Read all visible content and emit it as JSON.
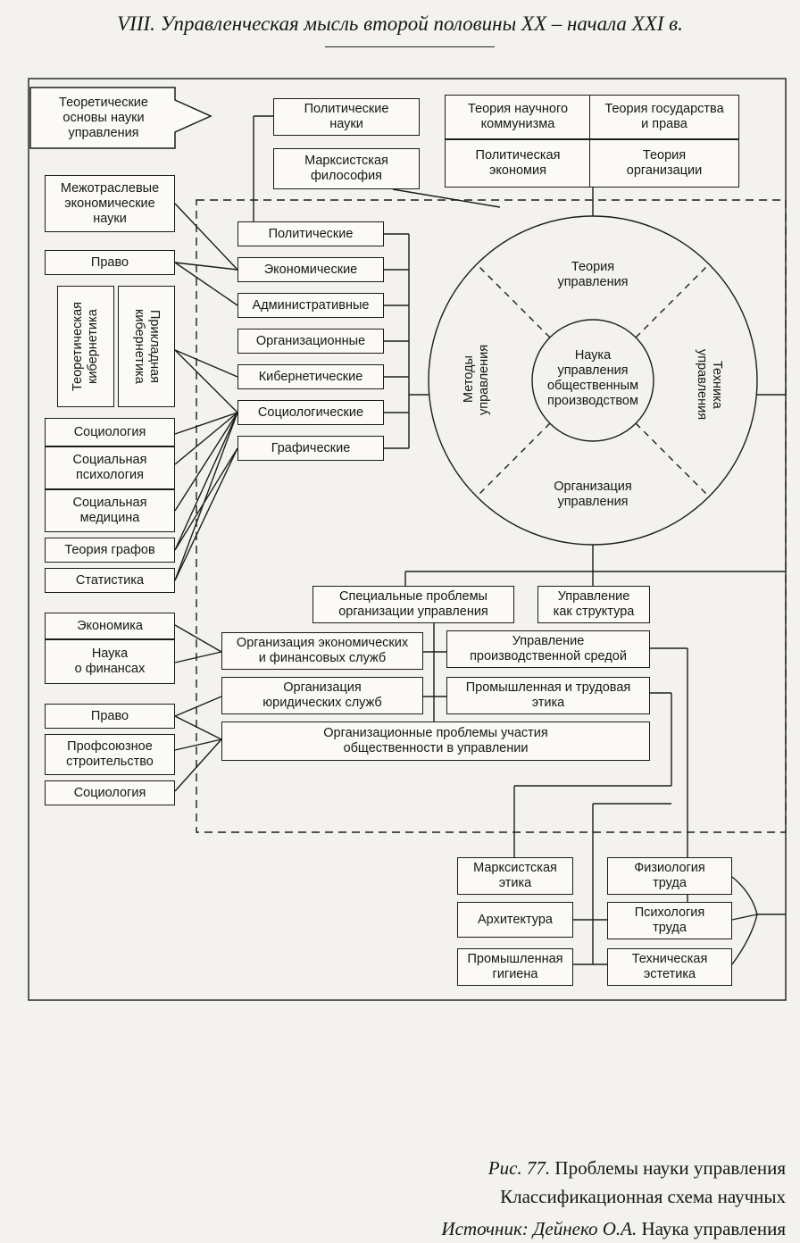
{
  "header": {
    "running_title": "VIII. Управленческая мысль второй половины XX – начала XXI в."
  },
  "top": {
    "theory_basis": "Теоретические\nосновы науки\nуправления",
    "political_sciences": "Политические\nнауки",
    "marxist_philosophy": "Марксистская\nфилософия",
    "sci_communism": "Теория научного\nкоммунизма",
    "political_economy": "Политическая\nэкономия",
    "state_law": "Теория государства\nи права",
    "org_theory": "Теория\nорганизации"
  },
  "left": {
    "interbranch_econ": "Межотраслевые\nэкономические\nнауки",
    "law_1": "Право",
    "theor_cybernetics": "Теоретическая\nкибернетика",
    "applied_cybernetics": "Прикладная\nкибернетика",
    "sociology_1": "Социология",
    "social_psychology": "Социальная\nпсихология",
    "social_medicine": "Социальная\nмедицина",
    "graph_theory": "Теория графов",
    "statistics": "Статистика",
    "economics": "Экономика",
    "finance_science": "Наука\nо финансах",
    "law_2": "Право",
    "trade_union": "Профсоюзное\nстроительство",
    "sociology_2": "Социология"
  },
  "aspects": [
    "Политические",
    "Экономические",
    "Административные",
    "Организационные",
    "Кибернетические",
    "Социологические",
    "Графические"
  ],
  "circle": {
    "center": "Наука\nуправления\nобщественным\nпроизводством",
    "top": "Теория\nуправления",
    "left": "Методы\nуправления",
    "right": "Техника\nуправления",
    "bottom": "Организация\nуправления"
  },
  "lower": {
    "special_problems": "Специальные проблемы\nорганизации управления",
    "mgmt_structure": "Управление\nкак структура",
    "econ_fin_services": "Организация экономических\nи финансовых служб",
    "production_env": "Управление\nпроизводственной средой",
    "legal_services": "Организация\nюридических служб",
    "industrial_ethics": "Промышленная и трудовая\nэтика",
    "public_participation": "Организационные проблемы участия\nобщественности  в управлении"
  },
  "bottom": {
    "marxist_ethics": "Марксистская\nэтика",
    "architecture": "Архитектура",
    "industrial_hygiene": "Промышленная\nгигиена",
    "labor_physiology": "Физиология\nтруда",
    "labor_psychology": "Психология\nтруда",
    "tech_aesthetics": "Техническая\nэстетика"
  },
  "caption": {
    "fig_label": "Рис. 77.",
    "fig_title": " Проблемы науки управления",
    "line2": "Классификационная схема научных",
    "source_label": "Источник: Дейнеко О.А.",
    "source_text": " Наука управления"
  }
}
